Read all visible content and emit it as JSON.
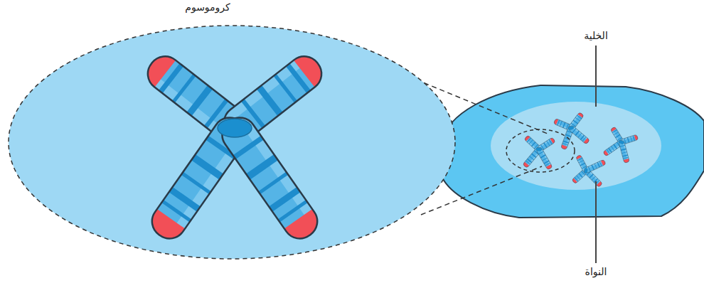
{
  "diagram": {
    "labels": [
      "كروموسوم",
      "الخلية",
      "النواة"
    ]
  }
}
